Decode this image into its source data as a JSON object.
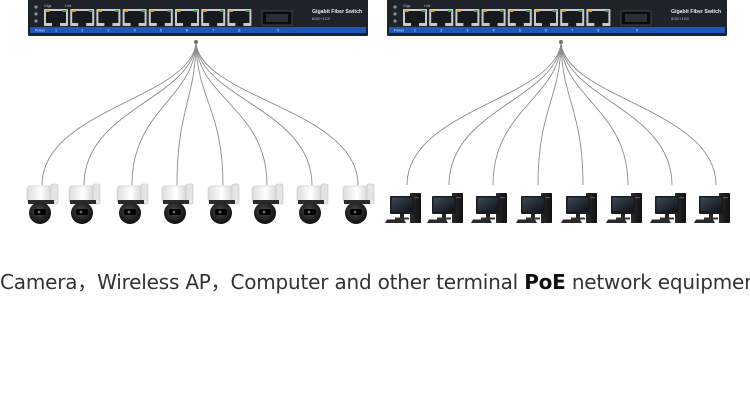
{
  "switches": [
    {
      "title": "Gigabit Fiber Switch",
      "subtitle": "8GE+1GX",
      "status_labels": [
        "Gtgs",
        "Link"
      ],
      "power_label": "Power",
      "port_numbers": [
        "1",
        "2",
        "3",
        "4",
        "5",
        "6",
        "7",
        "8",
        "9"
      ]
    },
    {
      "title": "Gigabit Fiber Switch",
      "subtitle": "8GE+1GX",
      "status_labels": [
        "Gtgs",
        "Link"
      ],
      "power_label": "Power",
      "port_numbers": [
        "1",
        "2",
        "3",
        "4",
        "5",
        "6",
        "7",
        "8",
        "9"
      ]
    }
  ],
  "device_groups": [
    {
      "device_icon": "dome-camera-icon",
      "count": 8
    },
    {
      "device_icon": "desktop-computer-icon",
      "count": 8
    }
  ],
  "caption": {
    "part1": "Camera，Wireless AP，Computer and other terminal ",
    "bold": "PoE",
    "part2": " network equipment"
  },
  "colors": {
    "switch_body": "#1e2229",
    "switch_bar": "#1d57b8",
    "cable": "#8a8a8a",
    "caption_text": "#333333"
  }
}
